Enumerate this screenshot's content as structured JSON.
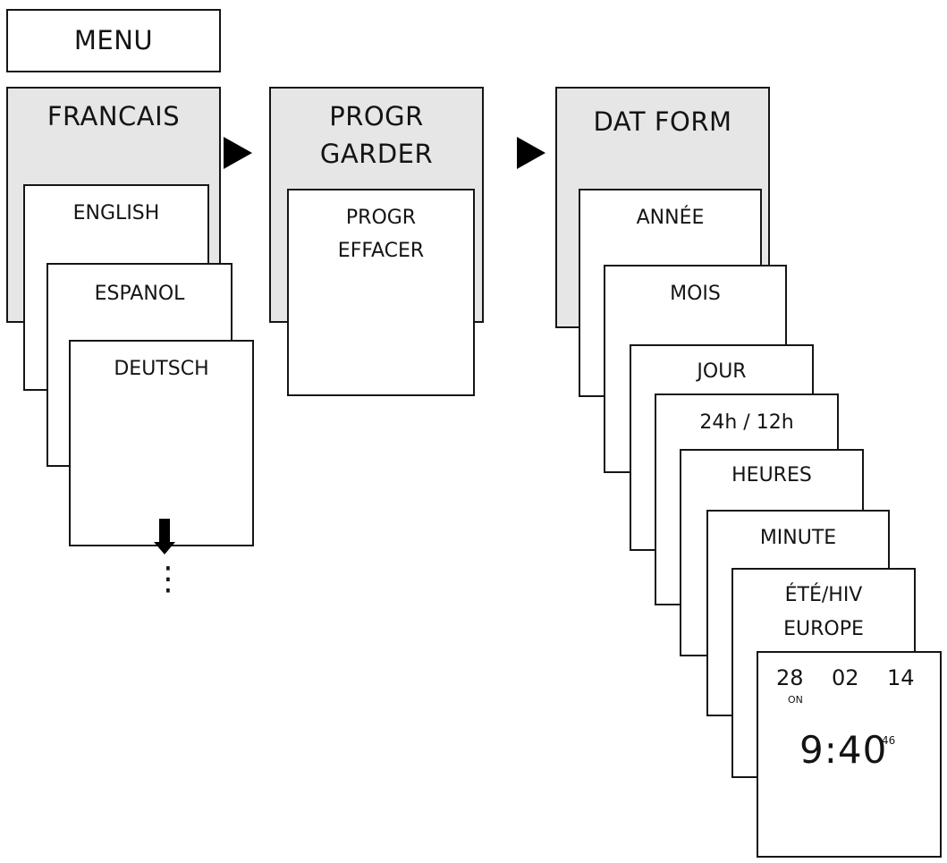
{
  "menu_label": "MENU",
  "column1": {
    "title": "FRANCAIS",
    "cards": [
      "ENGLISH",
      "ESPANOL",
      "DEUTSCH"
    ],
    "more": "⋮"
  },
  "column2": {
    "title_line1": "PROGR",
    "title_line2": "GARDER",
    "card_line1": "PROGR",
    "card_line2": "EFFACER"
  },
  "column3": {
    "title": "DAT FORM",
    "cards": [
      "ANNÉE",
      "MOIS",
      "JOUR",
      "24h / 12h",
      "HEURES",
      "MINUTE"
    ],
    "summer_winter_line1": "ÉTÉ/HIV",
    "summer_winter_line2": "EUROPE",
    "display": {
      "day": "28",
      "month": "02",
      "year": "14",
      "on": "ON",
      "time": "9:40",
      "seconds": "46"
    }
  },
  "colors": {
    "line": "#151515",
    "panel_gray": "#e6e6e6",
    "arrow": "#000000"
  }
}
